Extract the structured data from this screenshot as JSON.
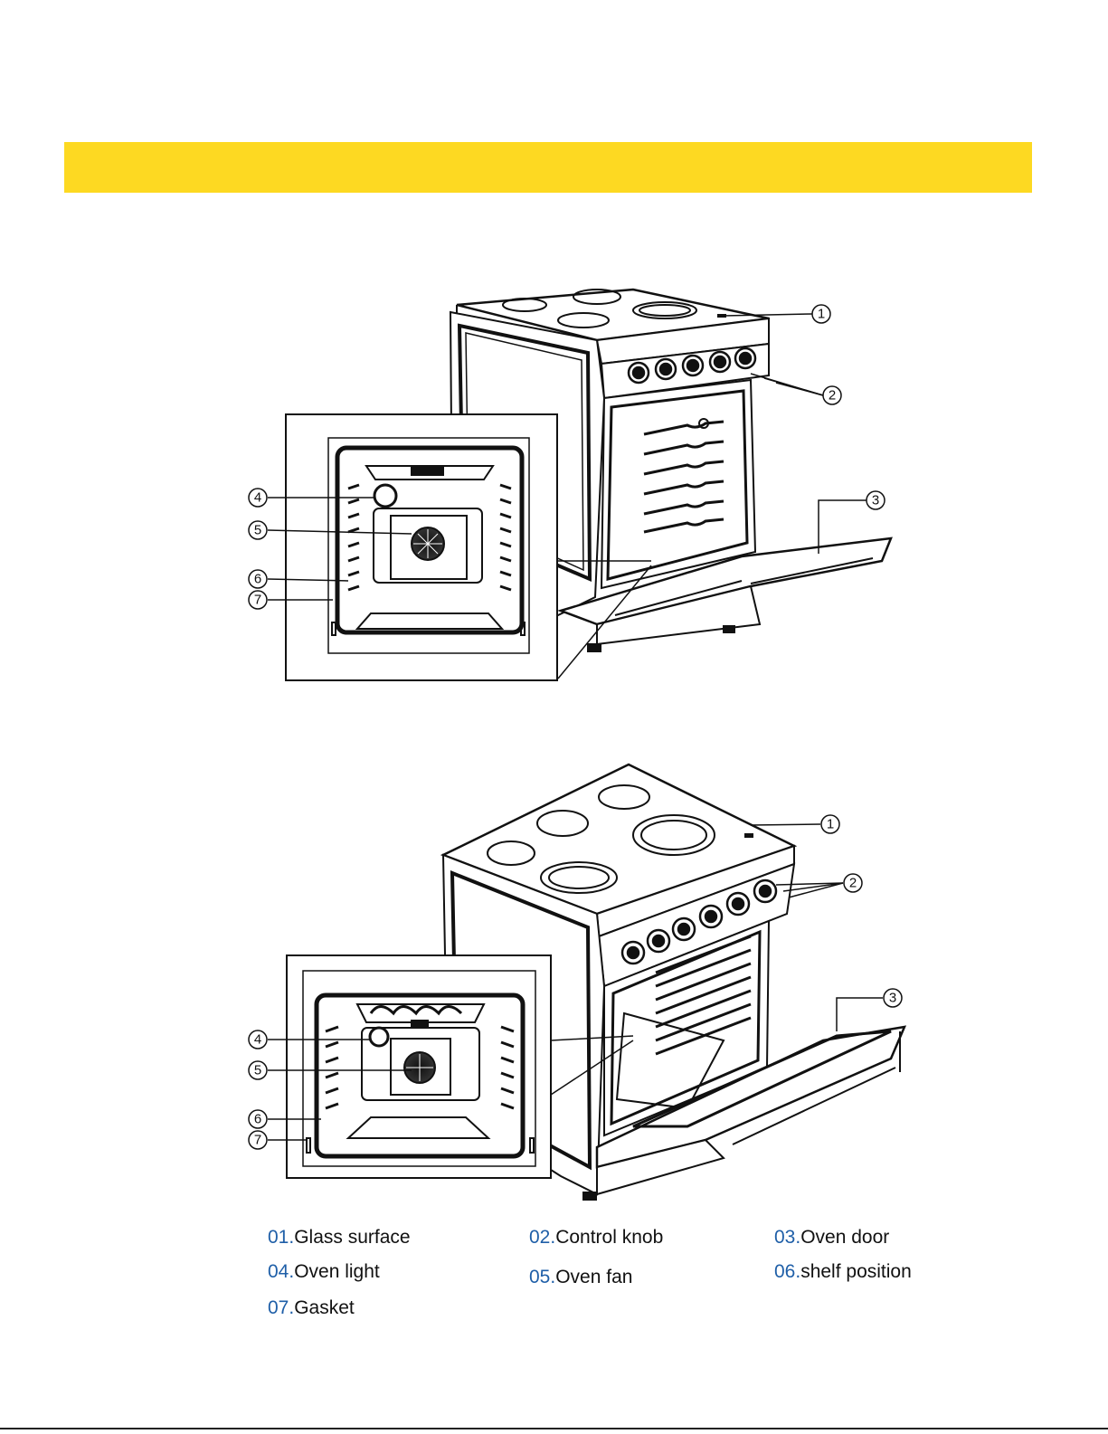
{
  "header": {
    "banner_color": "#fdd922"
  },
  "callouts": [
    "1",
    "2",
    "3",
    "4",
    "5",
    "6",
    "7"
  ],
  "legend": [
    {
      "num": "01.",
      "label": "Glass surface"
    },
    {
      "num": "02.",
      "label": "Control knob"
    },
    {
      "num": "03.",
      "label": "Oven door"
    },
    {
      "num": "04.",
      "label": "Oven light"
    },
    {
      "num": "05.",
      "label": "Oven fan"
    },
    {
      "num": "06.",
      "label": "shelf position"
    },
    {
      "num": "07.",
      "label": "Gasket"
    }
  ],
  "colors": {
    "legend_number": "#1f5fa8",
    "line": "#111111"
  }
}
